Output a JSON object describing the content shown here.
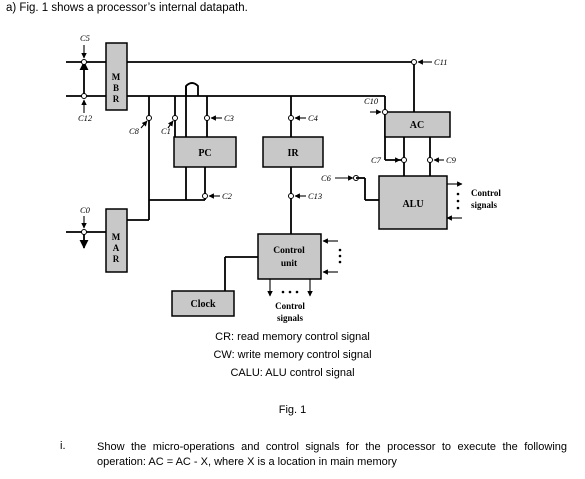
{
  "header": {
    "question_intro": "a)  Fig. 1 shows a processor’s internal datapath."
  },
  "diagram": {
    "blocks": {
      "mbr": "M B R",
      "mar": "M A R",
      "pc": "PC",
      "ir": "IR",
      "ac": "AC",
      "alu": "ALU",
      "control_unit_line1": "Control",
      "control_unit_line2": "unit",
      "clock": "Clock"
    },
    "control_points": {
      "c5": "C5",
      "c11": "C11",
      "c12": "C12",
      "c8": "C8",
      "c1": "C1",
      "c3": "C3",
      "c4": "C4",
      "c10": "C10",
      "c7": "C7",
      "c9": "C9",
      "c6": "C6",
      "c13": "C13",
      "c2": "C2",
      "c0": "C0"
    },
    "side_label_line1": "Control",
    "side_label_line2": "signals",
    "bottom_label_line1": "Control",
    "bottom_label_line2": "signals"
  },
  "legend": {
    "cr": "CR: read memory control signal",
    "cw": "CW: write memory control signal",
    "calu": "CALU: ALU control signal"
  },
  "figure_caption": "Fig. 1",
  "question": {
    "item_number": "i.",
    "text": "Show the micro-operations and control signals for the processor to execute the following operation:  AC = AC - X, where X is a location in main memory"
  }
}
